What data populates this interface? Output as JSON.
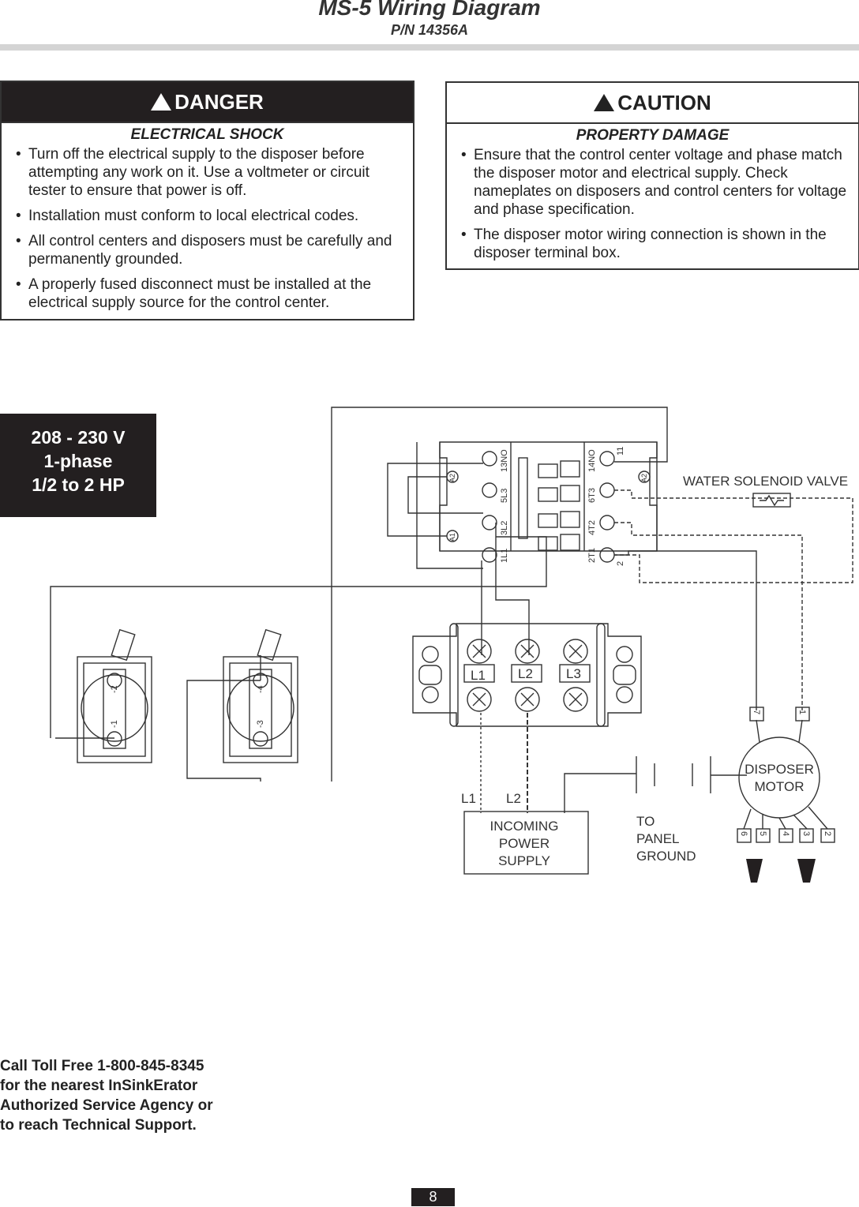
{
  "header": {
    "title": "MS-5 Wiring Diagram",
    "part_number": "P/N 14356A"
  },
  "danger": {
    "heading": "DANGER",
    "subheading": "ELECTRICAL SHOCK",
    "items": [
      "Turn off the electrical supply to the disposer before attempting any work on it. Use a voltmeter or circuit tester to ensure that power is off.",
      "Installation must conform to local electrical codes.",
      "All control centers and disposers must be carefully and permanently grounded.",
      "A properly fused disconnect must be installed at the electrical supply source for the control center."
    ]
  },
  "caution": {
    "heading": "CAUTION",
    "subheading": "PROPERTY DAMAGE",
    "items": [
      "Ensure that the control center voltage and phase match the disposer motor and electrical supply. Check nameplates on disposers and control centers for voltage and phase specification.",
      "The disposer motor wiring connection is shown in the disposer terminal box."
    ]
  },
  "spec": {
    "line1": "208 - 230 V",
    "line2": "1-phase",
    "line3": "1/2 to 2 HP"
  },
  "diagram": {
    "contactor": {
      "coil_a2_left": "A2",
      "coil_a1": "A1",
      "coil_a2_right": "A2",
      "t13no": "13NO",
      "t5l3": "5L3",
      "t3l2": "3L2",
      "t1l1": "1L1",
      "t14no": "14NO",
      "t6t3": "6T3",
      "t4t2": "4T2",
      "t2t1": "2T1",
      "t11": "11",
      "t2": "2"
    },
    "terminal_block": {
      "l1": "L1",
      "l2": "L2",
      "l3": "L3"
    },
    "switch1": {
      "top": "-2",
      "bottom": "-1"
    },
    "switch2": {
      "top": "-4",
      "bottom": "-3"
    },
    "valve_label": "WATER SOLENOID VALVE",
    "motor": {
      "line1": "DISPOSER",
      "line2": "MOTOR",
      "lead_top_left": "7",
      "lead_top_right": "1",
      "leads_bottom": [
        "6",
        "5",
        "4",
        "3",
        "2"
      ]
    },
    "supply": {
      "line1": "INCOMING",
      "line2": "POWER",
      "line3": "SUPPLY",
      "l1": "L1",
      "l2": "L2"
    },
    "ground": {
      "line1": "TO",
      "line2": "PANEL",
      "line3": "GROUND"
    }
  },
  "footer": {
    "line1": "Call Toll Free 1-800-845-8345",
    "line2": "for the nearest InSinkErator",
    "line3": "Authorized Service Agency or",
    "line4": "to reach Technical Support."
  },
  "page_number": "8"
}
